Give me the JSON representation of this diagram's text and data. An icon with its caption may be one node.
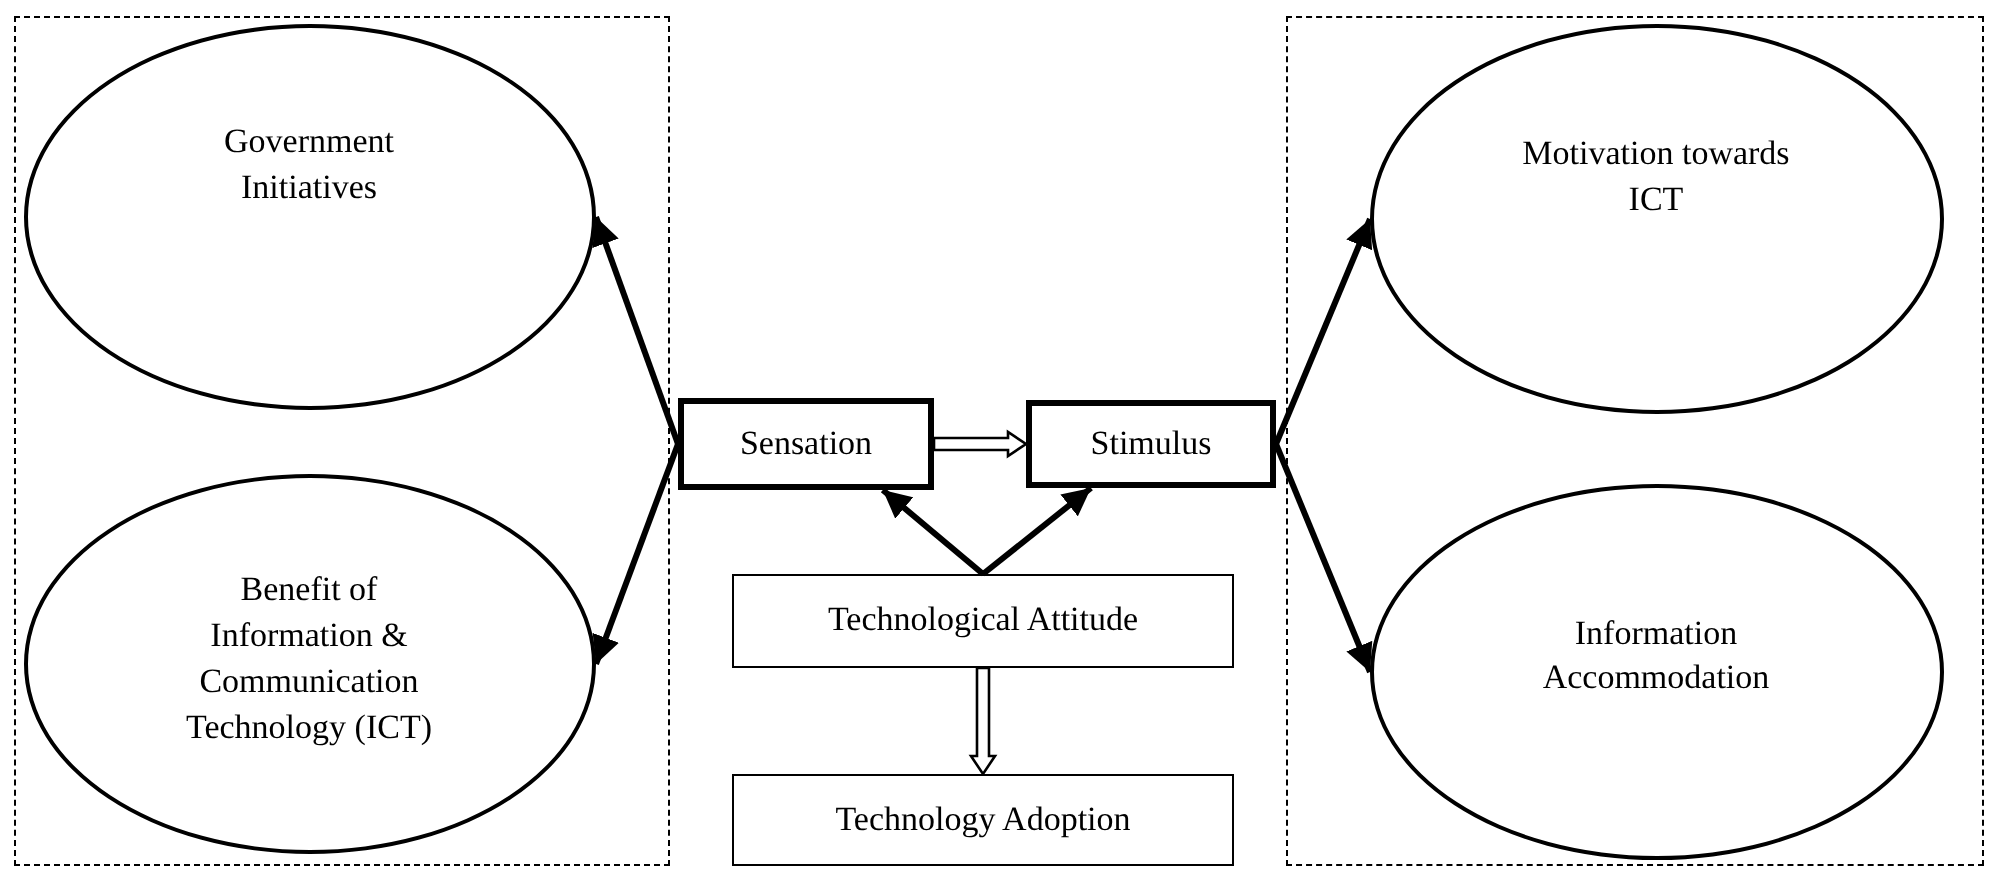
{
  "diagram": {
    "nodes": [
      {
        "text": [],
        "shape": "box"
      },
      {
        "text": [
          "Government Initiatives"
        ],
        "in": 0
      },
      {
        "text": [
          "Benefit of Information & Communication Technology (ICT)"
        ],
        "in": 0
      },
      {
        "text": [],
        "shape": "box"
      },
      {
        "text": [
          "Motivation towards ICT"
        ],
        "in": 3
      },
      {
        "text": [
          "Information Accommodation"
        ],
        "in": 3
      },
      {
        "text": [
          "Sensation"
        ]
      },
      {
        "text": [
          "Stimulus"
        ]
      },
      {
        "text": [
          "Technological Attitude"
        ]
      },
      {
        "text": [
          "Technology Adoption"
        ]
      }
    ],
    "edges": [
      {
        "from": 6,
        "to": 1,
        "arrow": "to"
      },
      {
        "from": 6,
        "to": 2,
        "arrow": "to"
      },
      {
        "from": 7,
        "to": 4,
        "arrow": "to"
      },
      {
        "from": 7,
        "to": 5,
        "arrow": "to"
      },
      {
        "from": 6,
        "to": 7,
        "arrow": "to",
        "style": "thick"
      },
      {
        "from": 8,
        "to": 6,
        "arrow": "to"
      },
      {
        "from": 8,
        "to": 7,
        "arrow": "to"
      },
      {
        "from": 8,
        "to": 9,
        "arrow": "to",
        "style": "thick"
      }
    ]
  }
}
